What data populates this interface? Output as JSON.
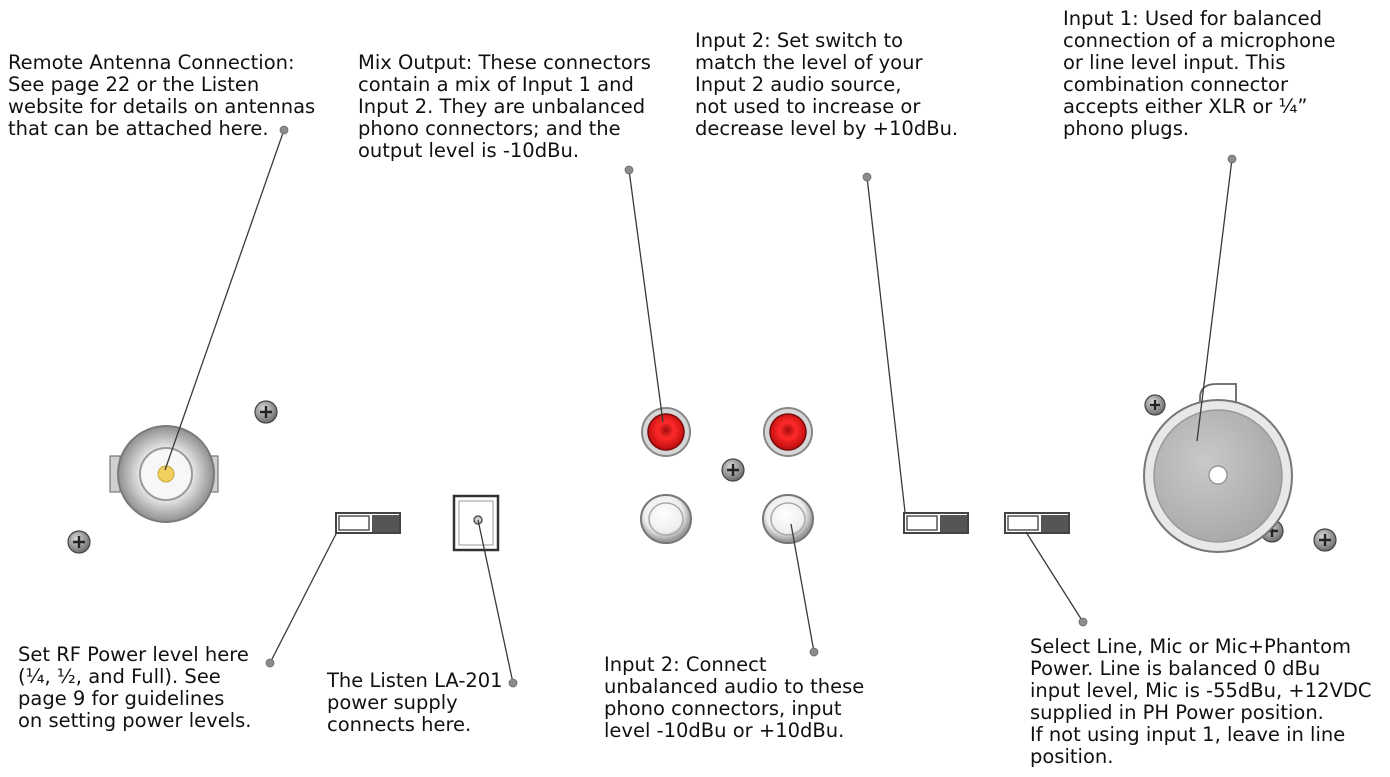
{
  "labels": {
    "remote_antenna": "Remote Antenna Connection:\nSee page 22 or the Listen\nwebsite for details on antennas\nthat can be attached here.",
    "mix_output": "Mix Output: These connectors\ncontain a mix of Input 1 and\nInput 2. They are unbalanced\nphono connectors; and the\noutput level is -10dBu.",
    "input2_switch": "Input 2: Set switch to\nmatch the level of your\nInput 2 audio source,\nnot used to increase or\ndecrease level by +10dBu.",
    "input1": "Input 1: Used for balanced\nconnection of a microphone\nor line level input. This\ncombination connector\naccepts either XLR or ¼”\nphono plugs.",
    "rf_power": "Set RF Power level here\n(¼, ½, and Full). See\npage 9 for guidelines\non setting power levels.",
    "power_supply": "The Listen LA-201\npower supply\nconnects here.",
    "input2_connect": "Input 2: Connect\nunbalanced audio to these\nphono connectors, input\nlevel -10dBu or +10dBu.",
    "input1_select": "Select Line, Mic or Mic+Phantom\nPower. Line is balanced 0 dBu\ninput level, Mic is -55dBu, +12VDC\nsupplied in PH Power position.\nIf not using input 1, leave in line\nposition."
  },
  "colors": {
    "leader": "#3a3a3a",
    "leader_dot": "#8c8c8c",
    "rca_red": "#e01818",
    "metal": "#c8c8c8",
    "switch_dark": "#555555"
  }
}
